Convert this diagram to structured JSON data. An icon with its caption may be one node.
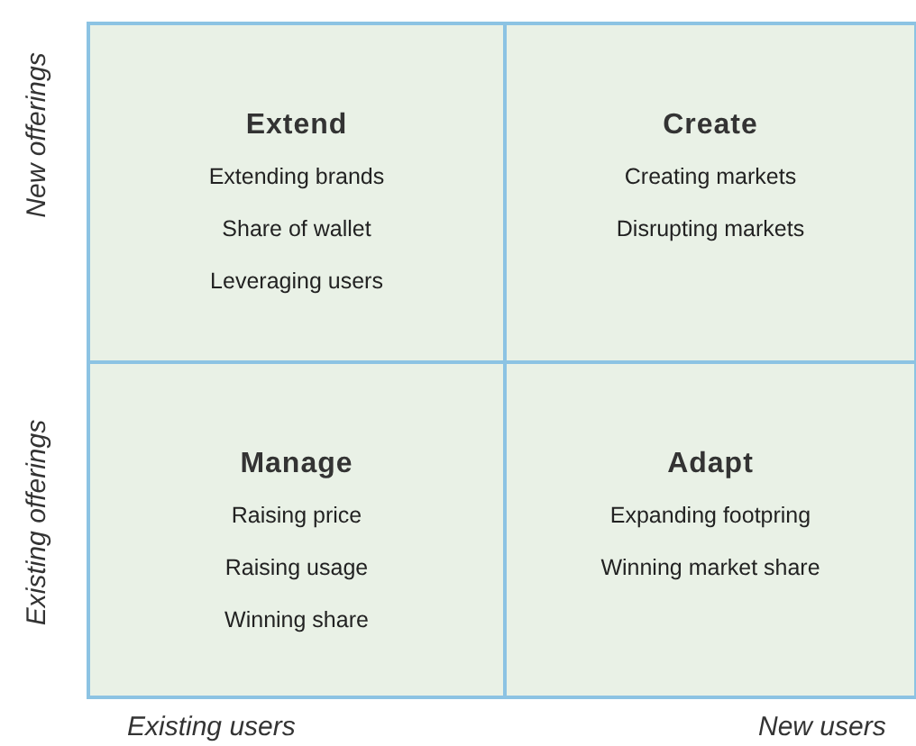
{
  "diagram": {
    "nodes": [
      {
        "text": [
          "Extend",
          "Extending brands",
          "Share of wallet",
          "Leveraging users"
        ]
      },
      {
        "text": [
          "Create",
          "Creating markets",
          "Disrupting markets"
        ]
      },
      {
        "text": [
          "Manage",
          "Raising price",
          "Raising usage",
          "Winning share"
        ]
      },
      {
        "text": [
          "Adapt",
          "Expanding footpring",
          "Winning market share"
        ]
      }
    ],
    "labels": [
      "New offerings",
      "Existing offerings",
      "Existing users",
      "New users"
    ]
  }
}
